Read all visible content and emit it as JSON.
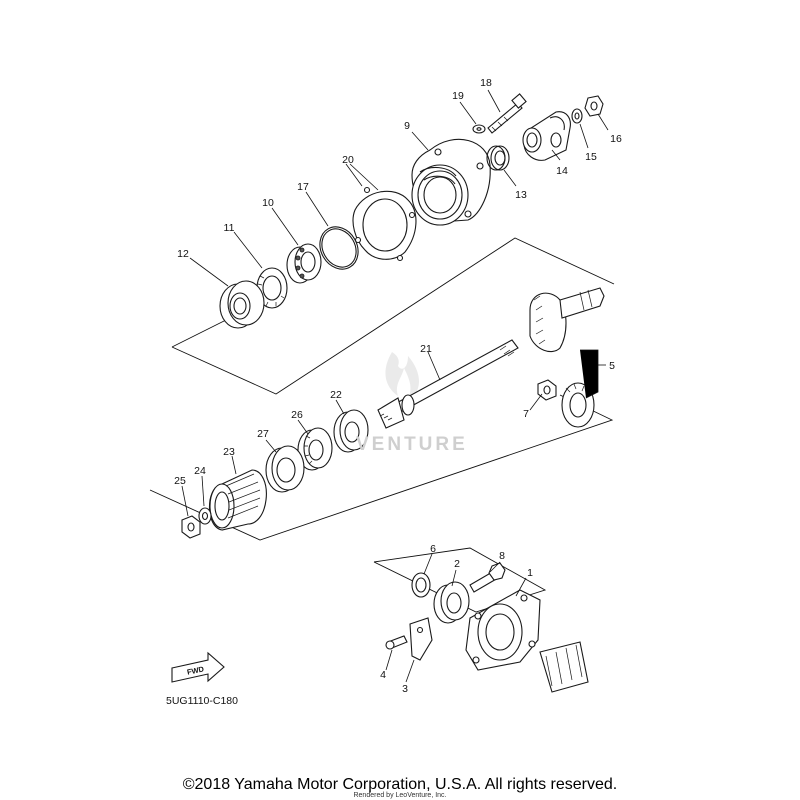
{
  "diagram": {
    "part_code": "5UG1110-C180",
    "fwd_label": "FWD",
    "copyright": "©2018 Yamaha Motor Corporation, U.S.A. All rights reserved.",
    "rendered_by": "Rendered by LeoVenture, Inc.",
    "watermark_text": "VENTURE",
    "callouts": [
      {
        "id": "18",
        "label": "18"
      },
      {
        "id": "19",
        "label": "19"
      },
      {
        "id": "9",
        "label": "9"
      },
      {
        "id": "16",
        "label": "16"
      },
      {
        "id": "15",
        "label": "15"
      },
      {
        "id": "14",
        "label": "14"
      },
      {
        "id": "13",
        "label": "13"
      },
      {
        "id": "20",
        "label": "20"
      },
      {
        "id": "17",
        "label": "17"
      },
      {
        "id": "10",
        "label": "10"
      },
      {
        "id": "11",
        "label": "11"
      },
      {
        "id": "12",
        "label": "12"
      },
      {
        "id": "21",
        "label": "21"
      },
      {
        "id": "5",
        "label": "5"
      },
      {
        "id": "7",
        "label": "7"
      },
      {
        "id": "22",
        "label": "22"
      },
      {
        "id": "26",
        "label": "26"
      },
      {
        "id": "27",
        "label": "27"
      },
      {
        "id": "23",
        "label": "23"
      },
      {
        "id": "24",
        "label": "24"
      },
      {
        "id": "25",
        "label": "25"
      },
      {
        "id": "6",
        "label": "6"
      },
      {
        "id": "2",
        "label": "2"
      },
      {
        "id": "8",
        "label": "8"
      },
      {
        "id": "1",
        "label": "1"
      },
      {
        "id": "4",
        "label": "4"
      },
      {
        "id": "3",
        "label": "3"
      }
    ]
  }
}
